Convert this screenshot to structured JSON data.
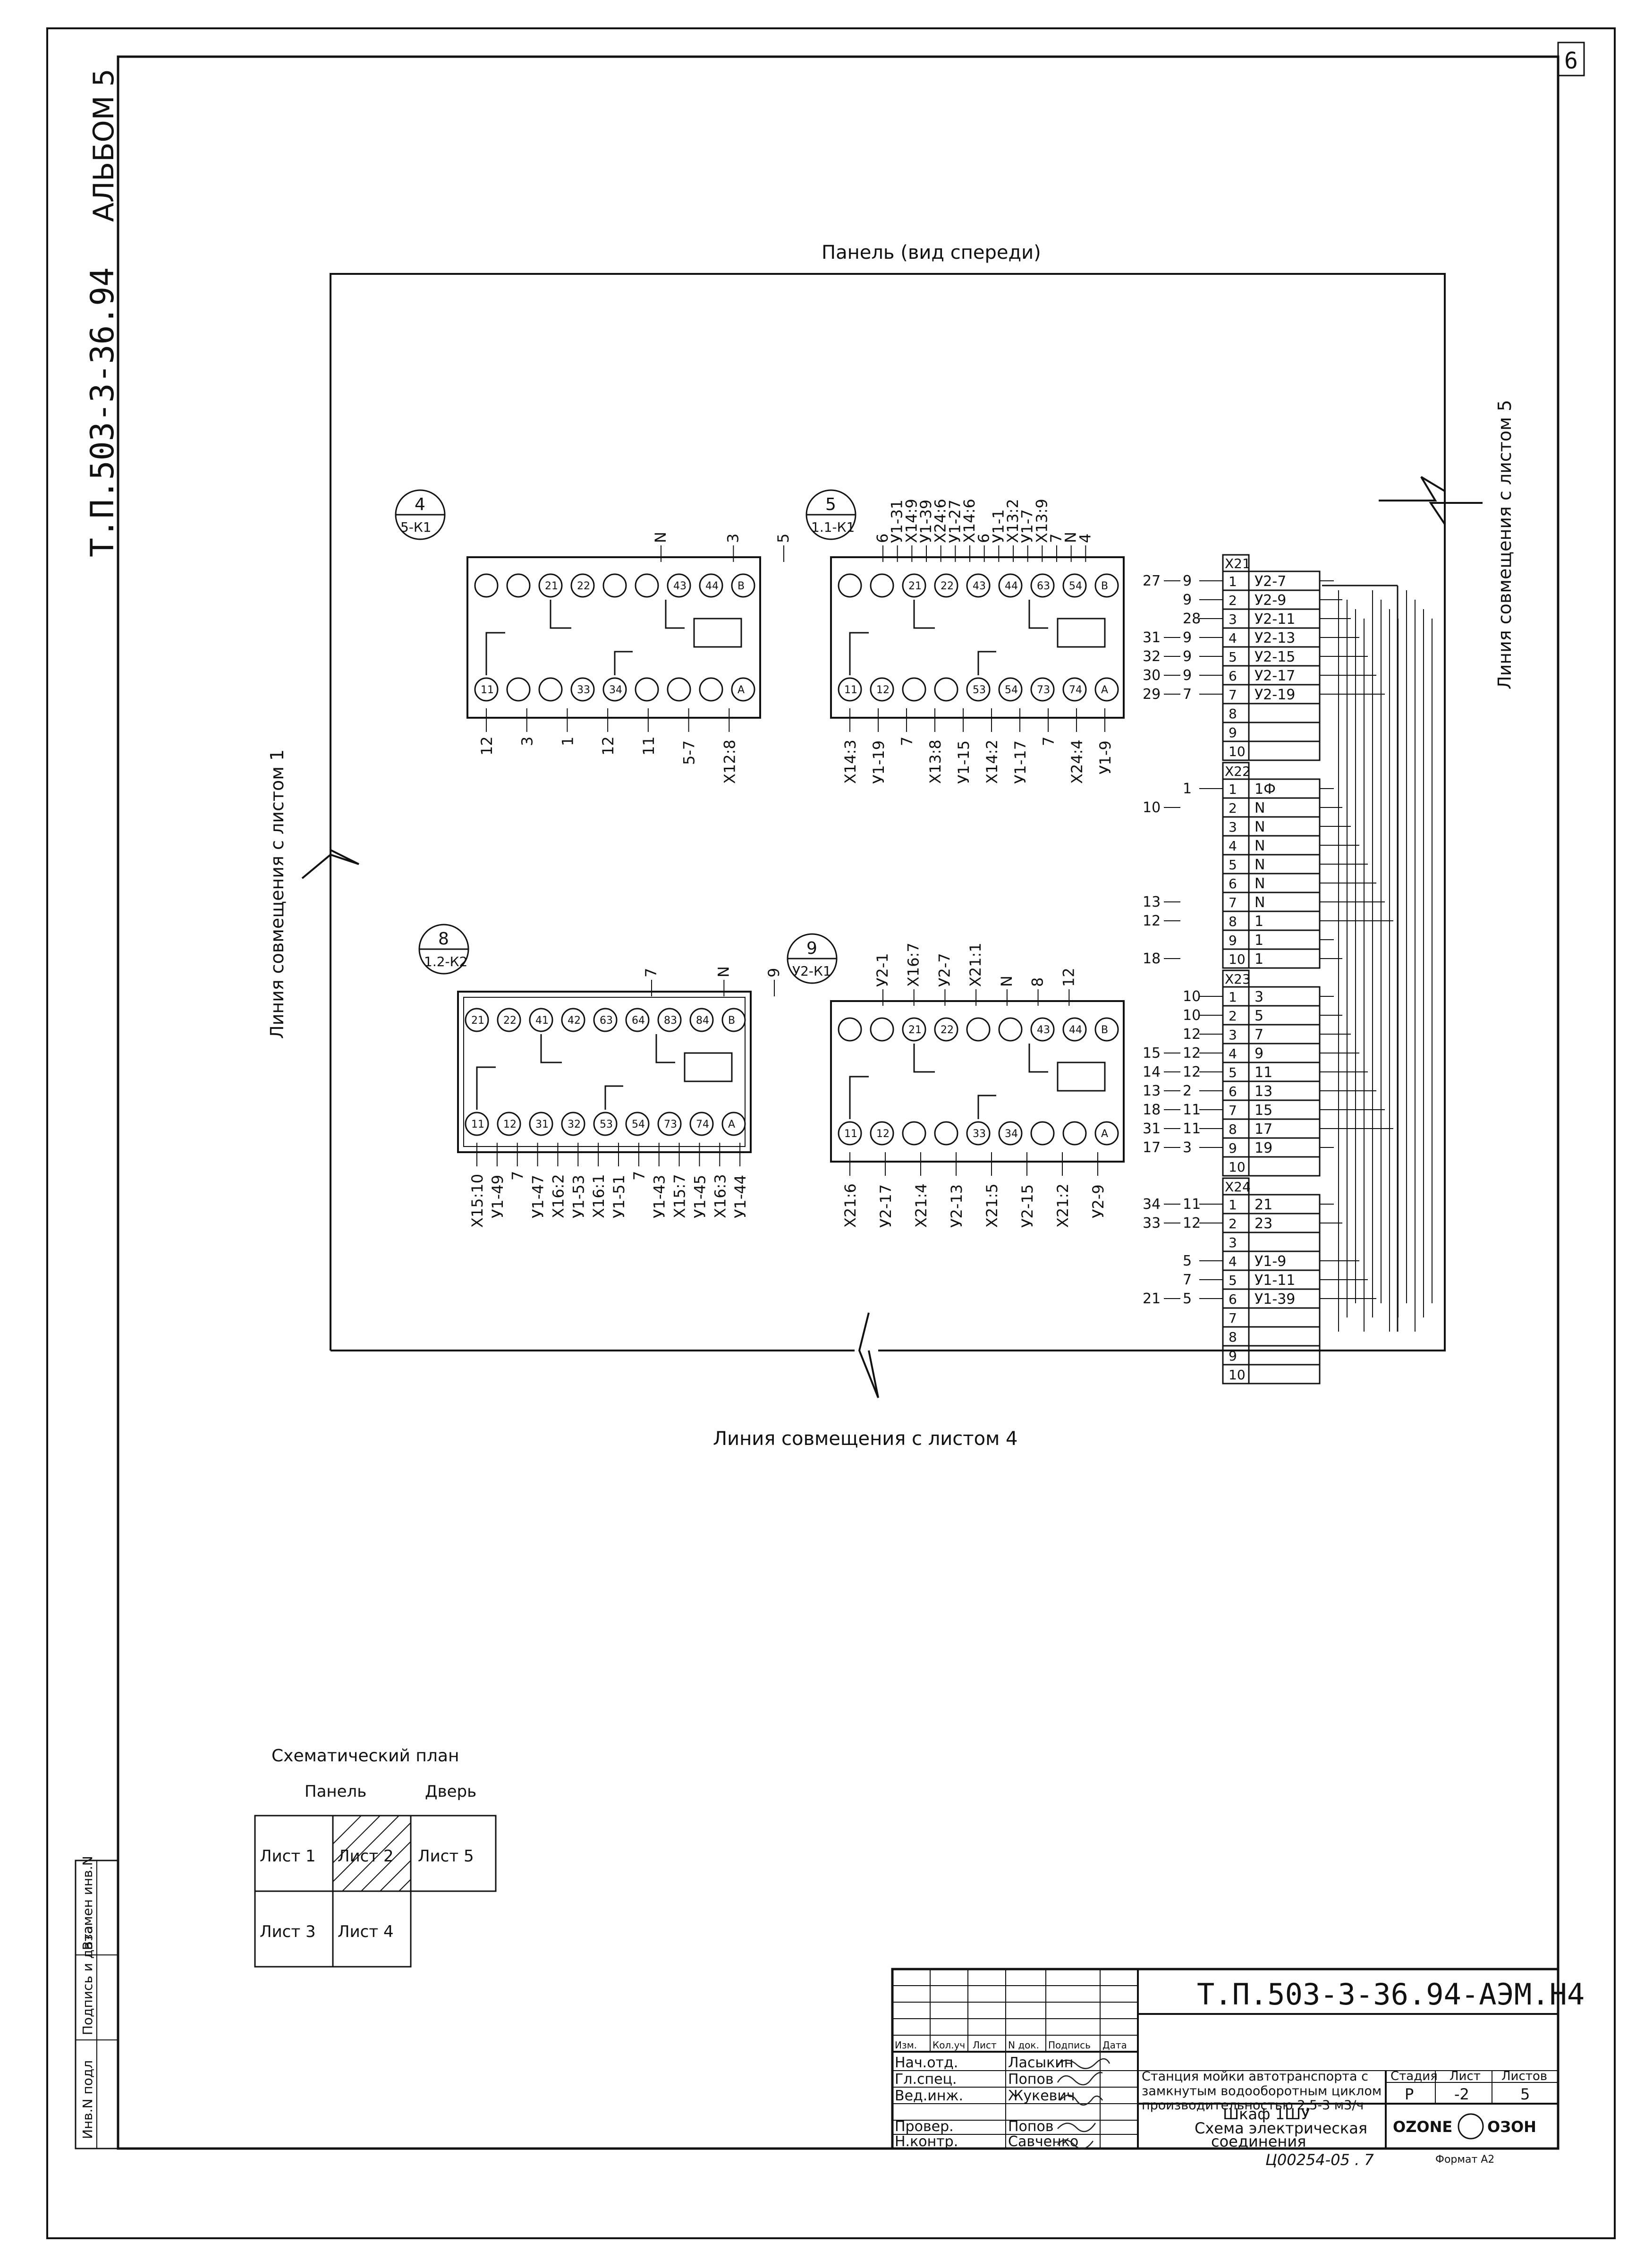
{
  "sheet_corner": "6",
  "album": "АЛЬБОМ 5",
  "project_code": "Т.П.503-3-36.94",
  "panel_title": "Панель (вид спереди)",
  "align_left": "Линия совмещения с листом 1",
  "align_right": "Линия совмещения с листом 5",
  "align_bottom": "Линия совмещения с листом 4",
  "relays": [
    {
      "num": "4",
      "ref": "5-К1",
      "top_pins": [
        "",
        "",
        "21",
        "22",
        "",
        "",
        "43",
        "44",
        "B"
      ],
      "bottom_pins": [
        "11",
        "",
        "",
        "33",
        "34",
        "",
        "",
        "",
        "A"
      ],
      "top_labels": [
        "N",
        "3",
        "5"
      ],
      "bottom_labels": [
        "12",
        "3",
        "1",
        "12",
        "11",
        "5-7",
        "Х12:8"
      ]
    },
    {
      "num": "5",
      "ref": "1.1-К1",
      "top_pins": [
        "",
        "",
        "21",
        "22",
        "43",
        "44",
        "63",
        "54",
        "B"
      ],
      "bottom_pins": [
        "11",
        "12",
        "",
        "",
        "53",
        "54",
        "73",
        "74",
        "A"
      ],
      "top_labels": [
        "6",
        "У1-31",
        "Х14:9",
        "У1-39",
        "Х24:6",
        "У1-27",
        "Х14:6",
        "6",
        "У1-1",
        "Х13:2",
        "У1-7",
        "Х13:9",
        "7",
        "N",
        "4"
      ],
      "bottom_labels": [
        "Х14:3",
        "У1-19",
        "7",
        "Х13:8",
        "У1-15",
        "Х14:2",
        "У1-17",
        "7",
        "Х24:4",
        "У1-9"
      ]
    },
    {
      "num": "8",
      "ref": "1.2-К2",
      "top_pins": [
        "21",
        "22",
        "41",
        "42",
        "63",
        "64",
        "83",
        "84",
        "B"
      ],
      "bottom_pins": [
        "11",
        "12",
        "31",
        "32",
        "53",
        "54",
        "73",
        "74",
        "A"
      ],
      "top_labels": [
        "7",
        "N",
        "9"
      ],
      "bottom_labels": [
        "Х15:10",
        "У1-49",
        "7",
        "У1-47",
        "Х16:2",
        "У1-53",
        "Х16:1",
        "У1-51",
        "7",
        "У1-43",
        "Х15:7",
        "У1-45",
        "Х16:3",
        "У1-44"
      ]
    },
    {
      "num": "9",
      "ref": "У2-К1",
      "top_pins": [
        "",
        "",
        "21",
        "22",
        "",
        "",
        "43",
        "44",
        "B"
      ],
      "bottom_pins": [
        "11",
        "12",
        "",
        "",
        "33",
        "34",
        "",
        "",
        "A"
      ],
      "top_labels": [
        "У2-1",
        "Х16:7",
        "У2-7",
        "Х21:1",
        "N",
        "8",
        "12"
      ],
      "bottom_labels": [
        "Х21:6",
        "У2-17",
        "Х21:4",
        "У2-13",
        "Х21:5",
        "У2-15",
        "Х21:2",
        "У2-9"
      ]
    }
  ],
  "terminals": [
    {
      "name": "Х21",
      "rows": [
        {
          "n": "1",
          "val": "У2-7",
          "wire": "9"
        },
        {
          "n": "2",
          "val": "У2-9",
          "wire": "9"
        },
        {
          "n": "3",
          "val": "У2-11",
          "wire": "28"
        },
        {
          "n": "4",
          "val": "У2-13",
          "wire": "9"
        },
        {
          "n": "5",
          "val": "У2-15",
          "wire": "9"
        },
        {
          "n": "6",
          "val": "У2-17",
          "wire": "9"
        },
        {
          "n": "7",
          "val": "У2-19",
          "wire": "7"
        },
        {
          "n": "8",
          "val": "",
          "wire": ""
        },
        {
          "n": "9",
          "val": "",
          "wire": ""
        },
        {
          "n": "10",
          "val": "",
          "wire": ""
        }
      ],
      "outer": [
        "27",
        "",
        "",
        "31",
        "32",
        "30",
        "29"
      ]
    },
    {
      "name": "Х22",
      "rows": [
        {
          "n": "1",
          "val": "1Ф",
          "wire": "1"
        },
        {
          "n": "2",
          "val": "N",
          "wire": ""
        },
        {
          "n": "3",
          "val": "N",
          "wire": ""
        },
        {
          "n": "4",
          "val": "N",
          "wire": ""
        },
        {
          "n": "5",
          "val": "N",
          "wire": ""
        },
        {
          "n": "6",
          "val": "N",
          "wire": ""
        },
        {
          "n": "7",
          "val": "N",
          "wire": ""
        },
        {
          "n": "8",
          "val": "1",
          "wire": ""
        },
        {
          "n": "9",
          "val": "1",
          "wire": ""
        },
        {
          "n": "10",
          "val": "1",
          "wire": ""
        }
      ],
      "outer": [
        "",
        "10",
        "",
        "",
        "",
        "",
        "13",
        "12",
        "",
        "18"
      ]
    },
    {
      "name": "Х23",
      "rows": [
        {
          "n": "1",
          "val": "3",
          "wire": "10"
        },
        {
          "n": "2",
          "val": "5",
          "wire": "10"
        },
        {
          "n": "3",
          "val": "7",
          "wire": "12"
        },
        {
          "n": "4",
          "val": "9",
          "wire": "12"
        },
        {
          "n": "5",
          "val": "11",
          "wire": "12"
        },
        {
          "n": "6",
          "val": "13",
          "wire": "2"
        },
        {
          "n": "7",
          "val": "15",
          "wire": "11"
        },
        {
          "n": "8",
          "val": "17",
          "wire": "11"
        },
        {
          "n": "9",
          "val": "19",
          "wire": "3"
        },
        {
          "n": "10",
          "val": "",
          "wire": ""
        }
      ],
      "outer": [
        "",
        "",
        "",
        "15",
        "14",
        "13",
        "18",
        "31",
        "17"
      ]
    },
    {
      "name": "Х24",
      "rows": [
        {
          "n": "1",
          "val": "21",
          "wire": "11"
        },
        {
          "n": "2",
          "val": "23",
          "wire": "12"
        },
        {
          "n": "3",
          "val": "",
          "wire": ""
        },
        {
          "n": "4",
          "val": "У1-9",
          "wire": "5"
        },
        {
          "n": "5",
          "val": "У1-11",
          "wire": "7"
        },
        {
          "n": "6",
          "val": "У1-39",
          "wire": "5"
        },
        {
          "n": "7",
          "val": "",
          "wire": ""
        },
        {
          "n": "8",
          "val": "",
          "wire": ""
        },
        {
          "n": "9",
          "val": "",
          "wire": ""
        },
        {
          "n": "10",
          "val": "",
          "wire": ""
        }
      ],
      "outer": [
        "34",
        "33",
        "",
        "",
        "",
        "21"
      ]
    }
  ],
  "schematic_plan": {
    "title": "Схематический план",
    "col_panel": "Панель",
    "col_door": "Дверь",
    "cells": [
      "Лист 1",
      "Лист 2",
      "Лист 5",
      "Лист 3",
      "Лист 4"
    ]
  },
  "left_stamp": [
    "Инв.N подл",
    "Подпись и дата",
    "Взамен инв.N"
  ],
  "title_block": {
    "doc_code": "Т.П.503-3-36.94-АЭМ.Н4",
    "col_heads": [
      "Изм.",
      "Кол.уч",
      "Лист",
      "N док.",
      "Подпись",
      "Дата"
    ],
    "people": [
      {
        "role": "Нач.отд.",
        "name": "Ласыкин"
      },
      {
        "role": "Гл.спец.",
        "name": "Попов"
      },
      {
        "role": "Вед.инж.",
        "name": "Жукевич"
      },
      {
        "role": "Провер.",
        "name": "Попов"
      },
      {
        "role": "Н.контр.",
        "name": "Савченко"
      }
    ],
    "description": [
      "Станция мойки автотранспорта с",
      "замкнутым водооборотным циклом",
      "производительностью 2,5-3 м3/ч"
    ],
    "stage_head": "Стадия",
    "sheet_head": "Лист",
    "sheets_head": "Листов",
    "stage": "Р",
    "sheet": "-2",
    "sheets": "5",
    "drawing_title": [
      "Шкаф 1ШУ",
      "Схема электрическая",
      "соединения"
    ],
    "org": "OZONE",
    "org2": "ОЗОН",
    "inventory": "Ц00254-05 . 7",
    "format": "Формат А2"
  }
}
